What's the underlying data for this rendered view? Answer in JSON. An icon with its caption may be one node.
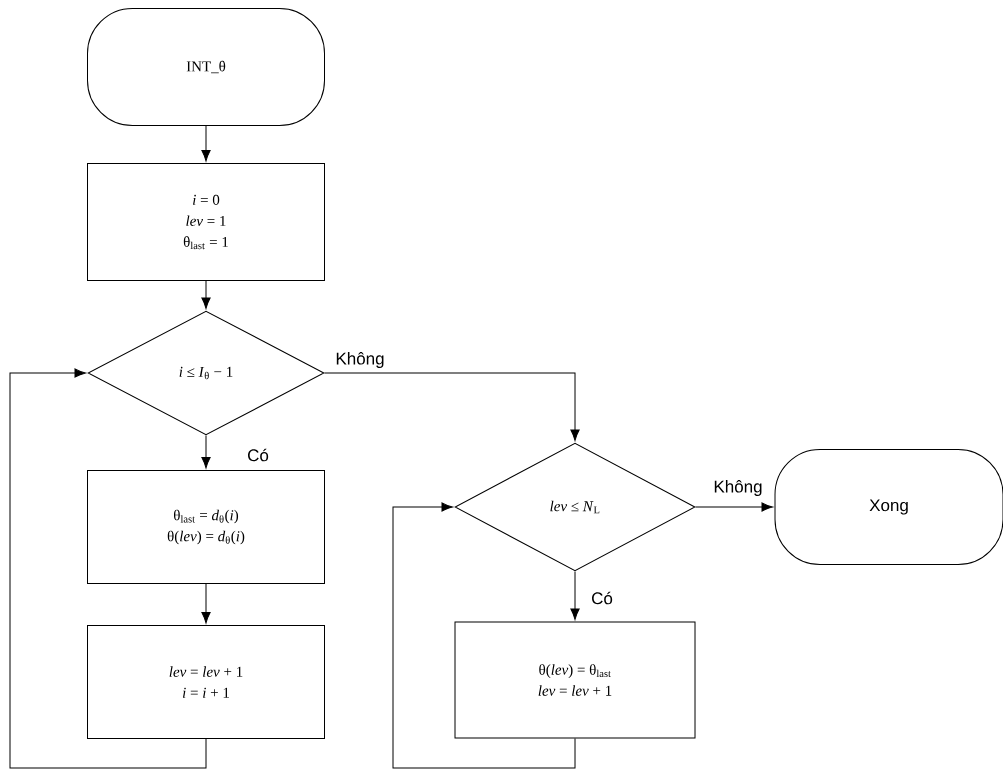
{
  "diagram": {
    "nodes": [
      {
        "text": [
          "INT_θ"
        ]
      },
      {
        "text": [
          "*i* = 0",
          "*lev* = 1",
          "θ$_{last}$ = 1"
        ]
      },
      {
        "text": [
          "*i* ≤ *I*$_{θ}$ − 1"
        ]
      },
      {
        "text": [
          "θ$_{last}$ = *d*$_{θ}$(*i*)",
          "θ(*lev*) = *d*$_{θ}$(*i*)"
        ]
      },
      {
        "text": [
          "*lev* = *lev* + 1",
          "*i* = *i* + 1"
        ]
      },
      {
        "text": [
          "*lev* ≤ *N*$_{L}$"
        ]
      },
      {
        "text": [
          "Xong"
        ]
      },
      {
        "text": [
          "θ(*lev*) = θ$_{last}$",
          "*lev* = *lev* + 1"
        ]
      }
    ],
    "edges": [
      {
        "from": 0,
        "to": 1,
        "arrow": "to"
      },
      {
        "from": 1,
        "to": 2,
        "arrow": "to"
      },
      {
        "from": 2,
        "to": 3,
        "arrow": "to",
        "label": "Có"
      },
      {
        "from": 3,
        "to": 4,
        "arrow": "to"
      },
      {
        "from": 4,
        "to": 2,
        "arrow": "to"
      },
      {
        "from": 2,
        "to": 5,
        "arrow": "to",
        "label": "Không"
      },
      {
        "from": 5,
        "to": 6,
        "arrow": "to",
        "label": "Không"
      },
      {
        "from": 5,
        "to": 7,
        "arrow": "to",
        "label": "Có"
      },
      {
        "from": 7,
        "to": 5,
        "arrow": "to"
      }
    ]
  }
}
